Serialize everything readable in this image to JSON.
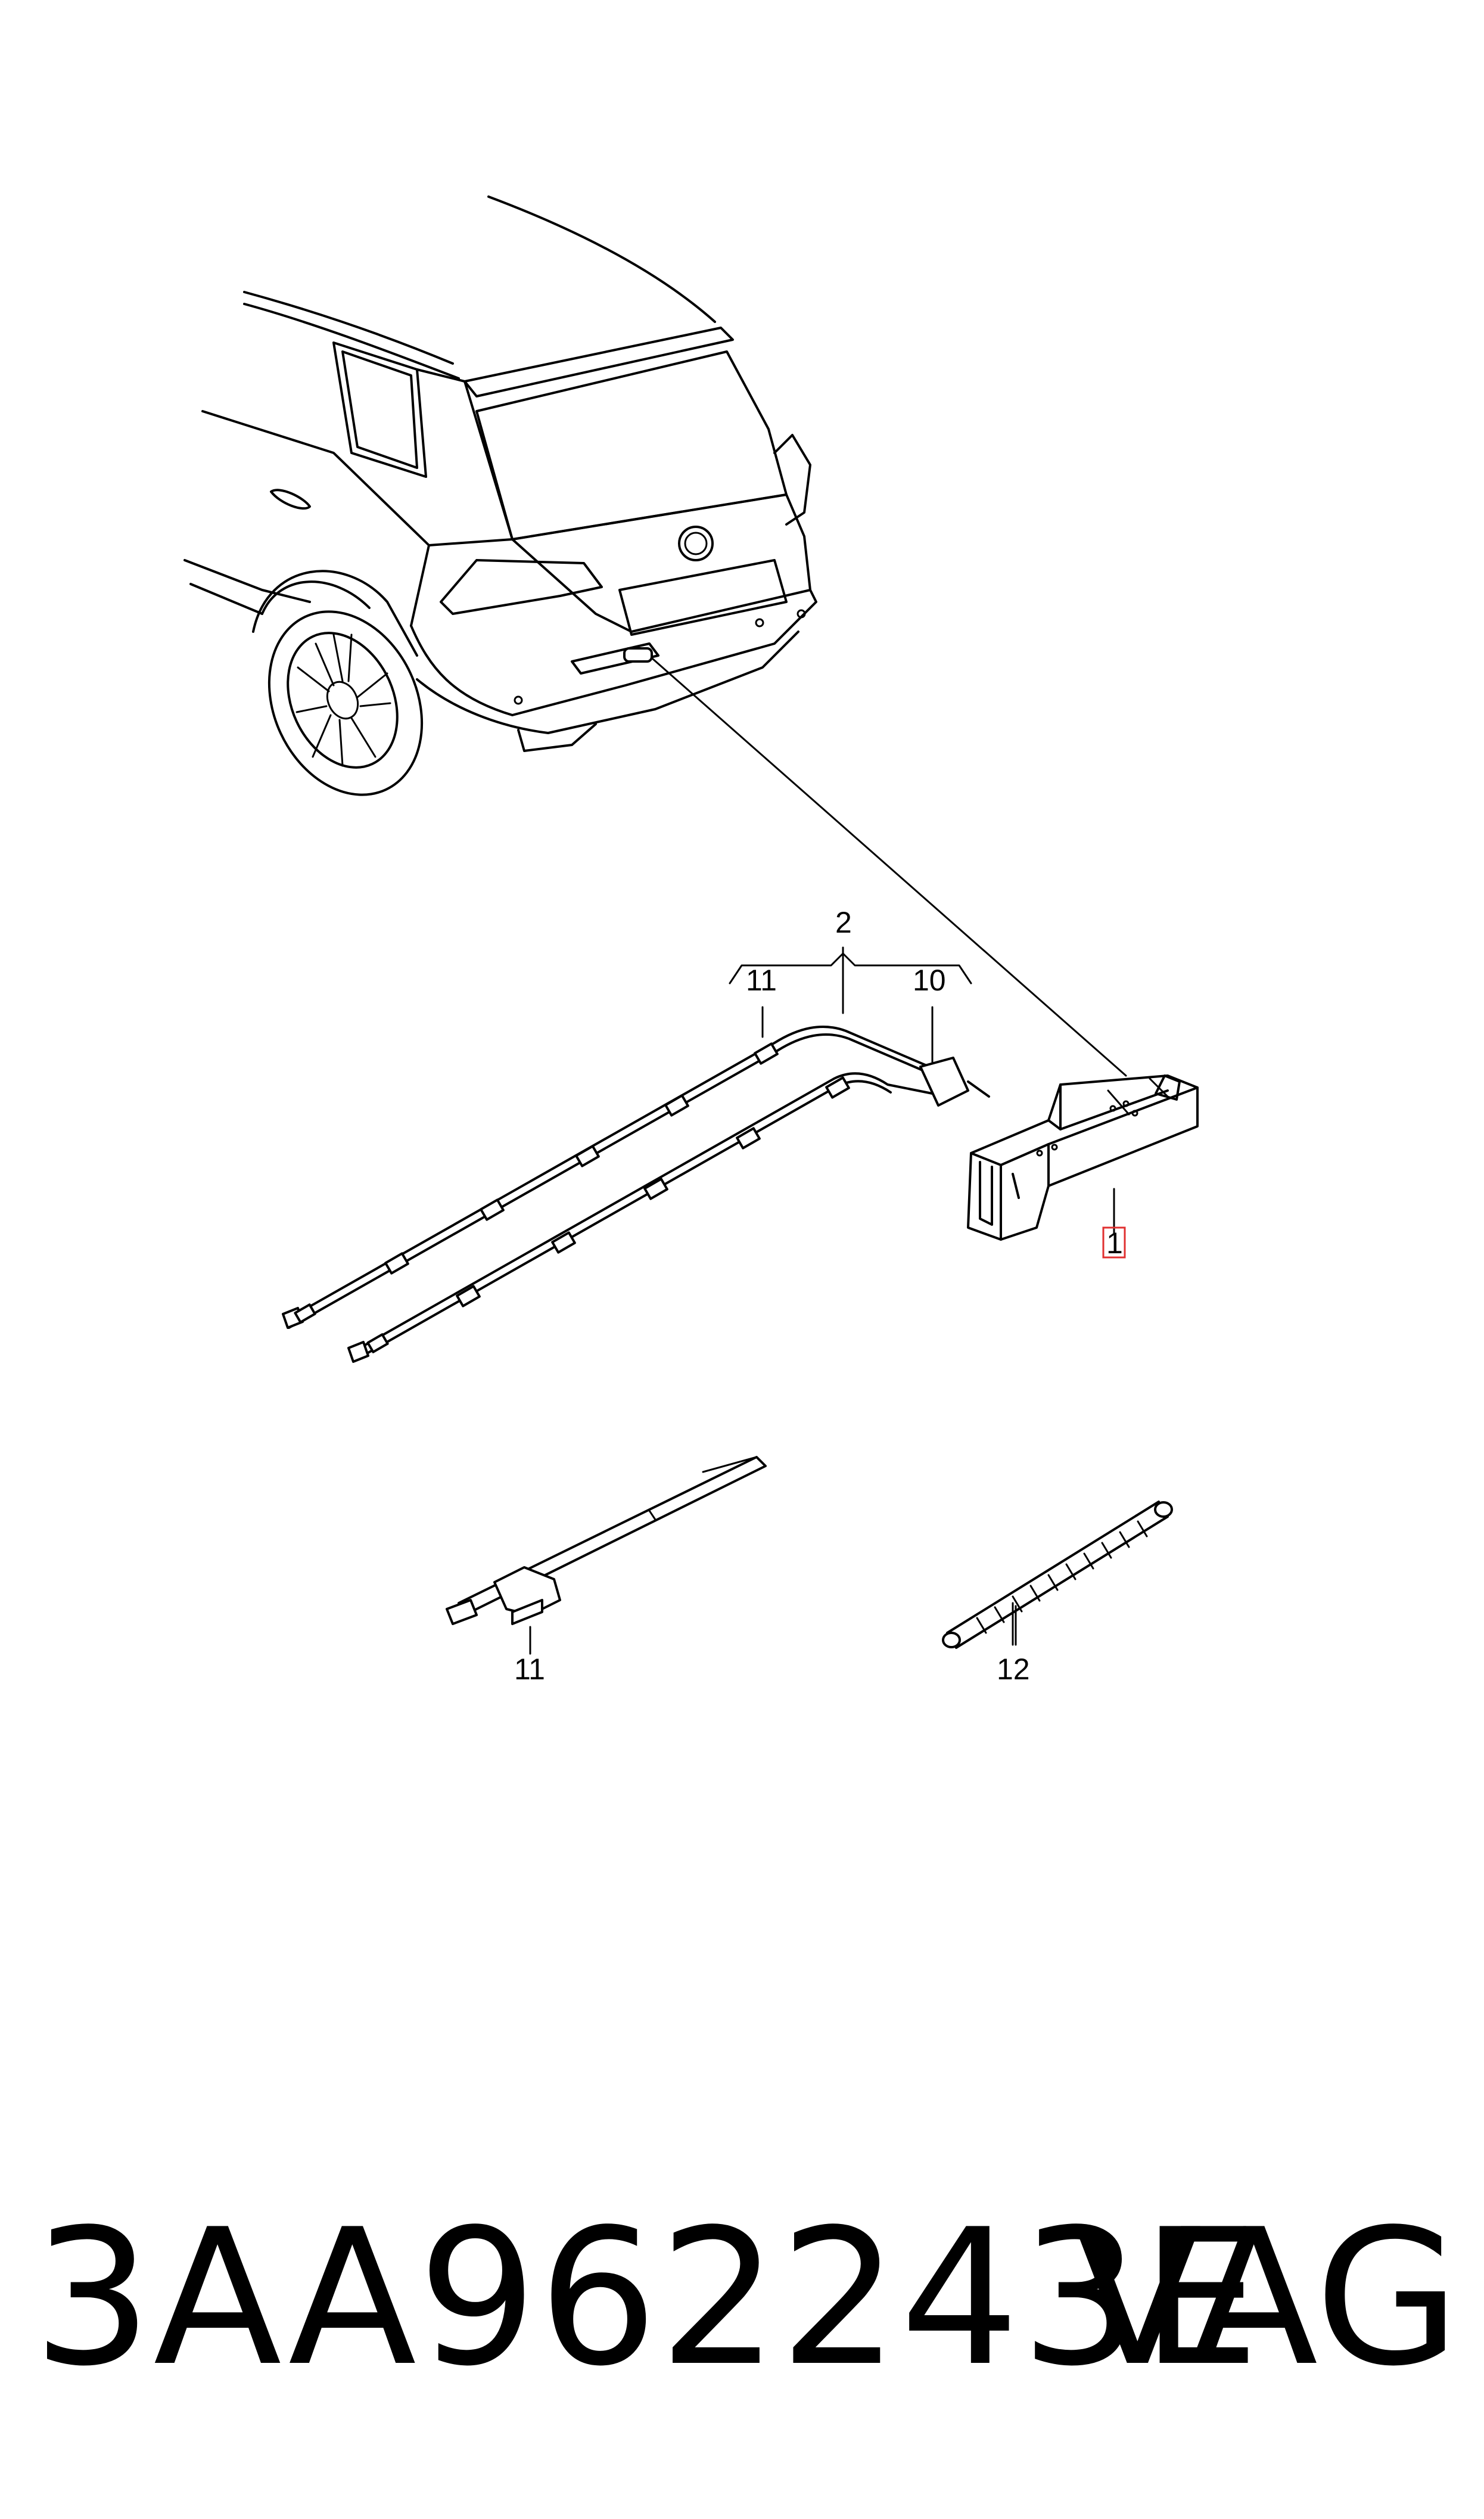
{
  "diagram": {
    "callouts": {
      "c1": "1",
      "c2": "2",
      "c10": "10",
      "c11_top": "11",
      "c11_bottom": "11",
      "c12": "12"
    },
    "highlight_color": "#e03030"
  },
  "footer": {
    "part_number": "3AA962243E",
    "brand": "VAG"
  }
}
